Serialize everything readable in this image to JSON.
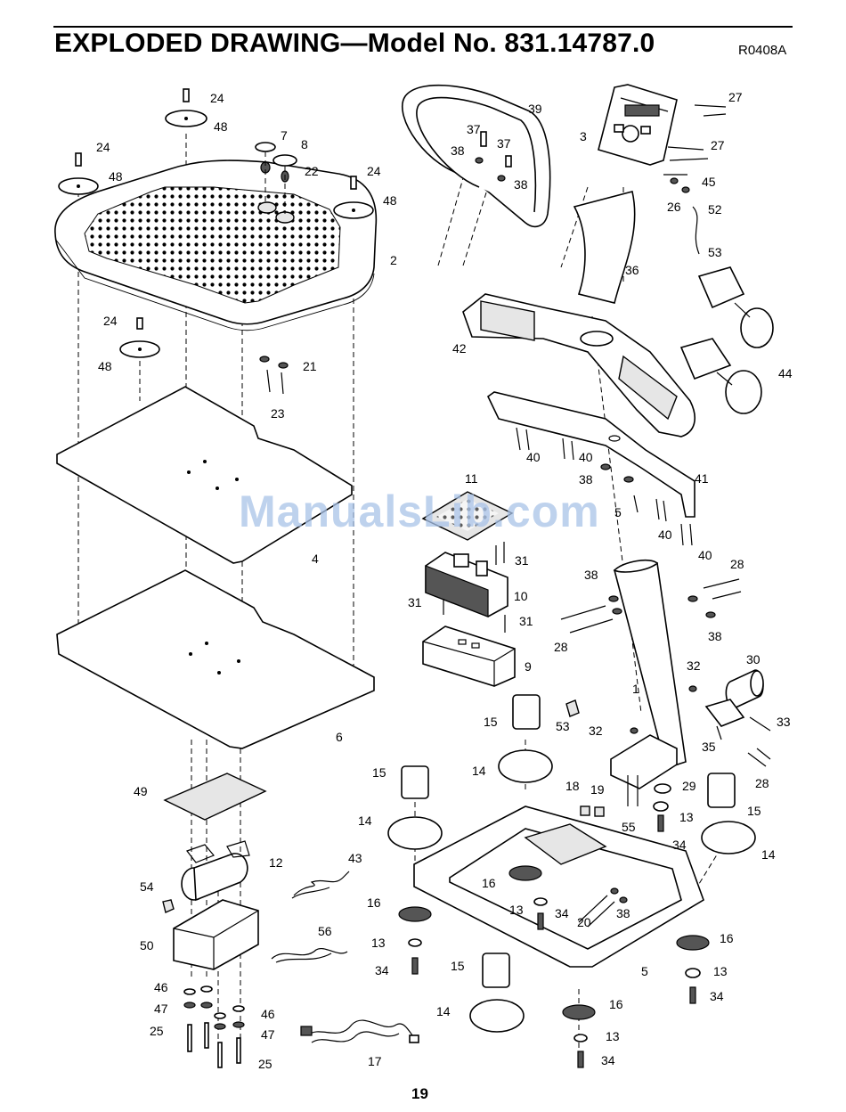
{
  "header": {
    "title": "EXPLODED DRAWING—Model No. 831.14787.0",
    "code": "R0408A"
  },
  "footer": {
    "page_number": "19"
  },
  "watermark": "ManualsLib.com",
  "callouts": [
    {
      "id": "c24a",
      "text": "24"
    },
    {
      "id": "c48a",
      "text": "48"
    },
    {
      "id": "c24b",
      "text": "24"
    },
    {
      "id": "c48b",
      "text": "48"
    },
    {
      "id": "c7",
      "text": "7"
    },
    {
      "id": "c8",
      "text": "8"
    },
    {
      "id": "c22",
      "text": "22"
    },
    {
      "id": "c24c",
      "text": "24"
    },
    {
      "id": "c48c",
      "text": "48"
    },
    {
      "id": "c2",
      "text": "2"
    },
    {
      "id": "c24d",
      "text": "24"
    },
    {
      "id": "c48d",
      "text": "48"
    },
    {
      "id": "c21",
      "text": "21"
    },
    {
      "id": "c23",
      "text": "23"
    },
    {
      "id": "c4",
      "text": "4"
    },
    {
      "id": "c6",
      "text": "6"
    },
    {
      "id": "c49",
      "text": "49"
    },
    {
      "id": "c12",
      "text": "12"
    },
    {
      "id": "c43",
      "text": "43"
    },
    {
      "id": "c54",
      "text": "54"
    },
    {
      "id": "c50",
      "text": "50"
    },
    {
      "id": "c56",
      "text": "56"
    },
    {
      "id": "c46a",
      "text": "46"
    },
    {
      "id": "c47a",
      "text": "47"
    },
    {
      "id": "c25a",
      "text": "25"
    },
    {
      "id": "c46b",
      "text": "46"
    },
    {
      "id": "c47b",
      "text": "47"
    },
    {
      "id": "c25b",
      "text": "25"
    },
    {
      "id": "c17",
      "text": "17"
    },
    {
      "id": "c39",
      "text": "39"
    },
    {
      "id": "c37a",
      "text": "37"
    },
    {
      "id": "c37b",
      "text": "37"
    },
    {
      "id": "c38a",
      "text": "38"
    },
    {
      "id": "c38b",
      "text": "38"
    },
    {
      "id": "c27a",
      "text": "27"
    },
    {
      "id": "c3",
      "text": "3"
    },
    {
      "id": "c27b",
      "text": "27"
    },
    {
      "id": "c45",
      "text": "45"
    },
    {
      "id": "c26",
      "text": "26"
    },
    {
      "id": "c52",
      "text": "52"
    },
    {
      "id": "c53a",
      "text": "53"
    },
    {
      "id": "c36",
      "text": "36"
    },
    {
      "id": "c42",
      "text": "42"
    },
    {
      "id": "c44",
      "text": "44"
    },
    {
      "id": "c40a",
      "text": "40"
    },
    {
      "id": "c40b",
      "text": "40"
    },
    {
      "id": "c38c",
      "text": "38"
    },
    {
      "id": "c41",
      "text": "41"
    },
    {
      "id": "c5a",
      "text": "5"
    },
    {
      "id": "c40c",
      "text": "40"
    },
    {
      "id": "c40d",
      "text": "40"
    },
    {
      "id": "c11",
      "text": "11"
    },
    {
      "id": "c31a",
      "text": "31"
    },
    {
      "id": "c10",
      "text": "10"
    },
    {
      "id": "c31b",
      "text": "31"
    },
    {
      "id": "c31c",
      "text": "31"
    },
    {
      "id": "c9",
      "text": "9"
    },
    {
      "id": "c38d",
      "text": "38"
    },
    {
      "id": "c28a",
      "text": "28"
    },
    {
      "id": "c28b",
      "text": "28"
    },
    {
      "id": "c38e",
      "text": "38"
    },
    {
      "id": "c1",
      "text": "1"
    },
    {
      "id": "c32a",
      "text": "32"
    },
    {
      "id": "c30",
      "text": "30"
    },
    {
      "id": "c33",
      "text": "33"
    },
    {
      "id": "c35",
      "text": "35"
    },
    {
      "id": "c28c",
      "text": "28"
    },
    {
      "id": "c53b",
      "text": "53"
    },
    {
      "id": "c32b",
      "text": "32"
    },
    {
      "id": "c15a",
      "text": "15"
    },
    {
      "id": "c14a",
      "text": "14"
    },
    {
      "id": "c15b",
      "text": "15"
    },
    {
      "id": "c14b",
      "text": "14"
    },
    {
      "id": "c18",
      "text": "18"
    },
    {
      "id": "c19",
      "text": "19"
    },
    {
      "id": "c29",
      "text": "29"
    },
    {
      "id": "c13a",
      "text": "13"
    },
    {
      "id": "c55",
      "text": "55"
    },
    {
      "id": "c34a",
      "text": "34"
    },
    {
      "id": "c15c",
      "text": "15"
    },
    {
      "id": "c14c",
      "text": "14"
    },
    {
      "id": "c16a",
      "text": "16"
    },
    {
      "id": "c13b",
      "text": "13"
    },
    {
      "id": "c34b",
      "text": "34"
    },
    {
      "id": "c20",
      "text": "20"
    },
    {
      "id": "c38f",
      "text": "38"
    },
    {
      "id": "c16b",
      "text": "16"
    },
    {
      "id": "c13c",
      "text": "13"
    },
    {
      "id": "c34c",
      "text": "34"
    },
    {
      "id": "c16c",
      "text": "16"
    },
    {
      "id": "c5b",
      "text": "5"
    },
    {
      "id": "c13d",
      "text": "13"
    },
    {
      "id": "c34d",
      "text": "34"
    },
    {
      "id": "c15d",
      "text": "15"
    },
    {
      "id": "c14d",
      "text": "14"
    },
    {
      "id": "c16d",
      "text": "16"
    },
    {
      "id": "c13e",
      "text": "13"
    },
    {
      "id": "c34e",
      "text": "34"
    }
  ]
}
